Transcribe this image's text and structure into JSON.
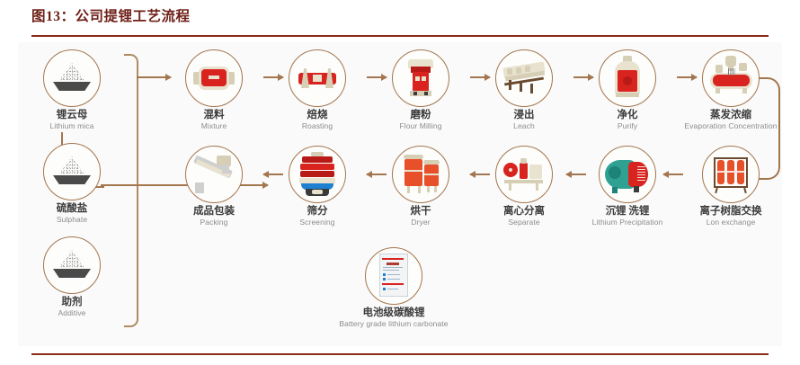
{
  "figure": {
    "title": "图13：公司提锂工艺流程",
    "accent_color": "#8d2b18",
    "panel_bg": "#fafafa",
    "node_border_color": "#a3764f"
  },
  "inputs": [
    {
      "icon": "powder-bowl-icon",
      "cn": "锂云母",
      "en": "Lithium mica"
    },
    {
      "icon": "powder-bowl-icon",
      "cn": "硫酸盐",
      "en": "Sulphate"
    },
    {
      "icon": "powder-bowl-icon",
      "cn": "助剂",
      "en": "Additive"
    }
  ],
  "row1": [
    {
      "icon": "mixer-icon",
      "cn": "混料",
      "en": "Mixture"
    },
    {
      "icon": "kiln-icon",
      "cn": "焙烧",
      "en": "Roasting"
    },
    {
      "icon": "mill-icon",
      "cn": "磨粉",
      "en": "Flour Milling"
    },
    {
      "icon": "leach-tank-icon",
      "cn": "浸出",
      "en": "Leach"
    },
    {
      "icon": "purifier-icon",
      "cn": "净化",
      "en": "Purify"
    },
    {
      "icon": "evaporator-icon",
      "cn": "蒸发浓缩",
      "en": "Evaporation  Concentration"
    }
  ],
  "row2": [
    {
      "icon": "conveyor-icon",
      "cn": "成品包装",
      "en": "Packing"
    },
    {
      "icon": "sieve-icon",
      "cn": "筛分",
      "en": "Screening"
    },
    {
      "icon": "dryer-icon",
      "cn": "烘干",
      "en": "Dryer"
    },
    {
      "icon": "centrifuge-icon",
      "cn": "离心分离",
      "en": "Separate"
    },
    {
      "icon": "precipitator-icon",
      "cn": "沉锂 洗锂",
      "en": "Lithium Precipitation"
    },
    {
      "icon": "ion-exchange-icon",
      "cn": "离子树脂交换",
      "en": "Lon exchange"
    }
  ],
  "output": {
    "icon": "product-bag-icon",
    "cn": "电池级碳酸锂",
    "en": "Battery grade lithium carbonate"
  }
}
